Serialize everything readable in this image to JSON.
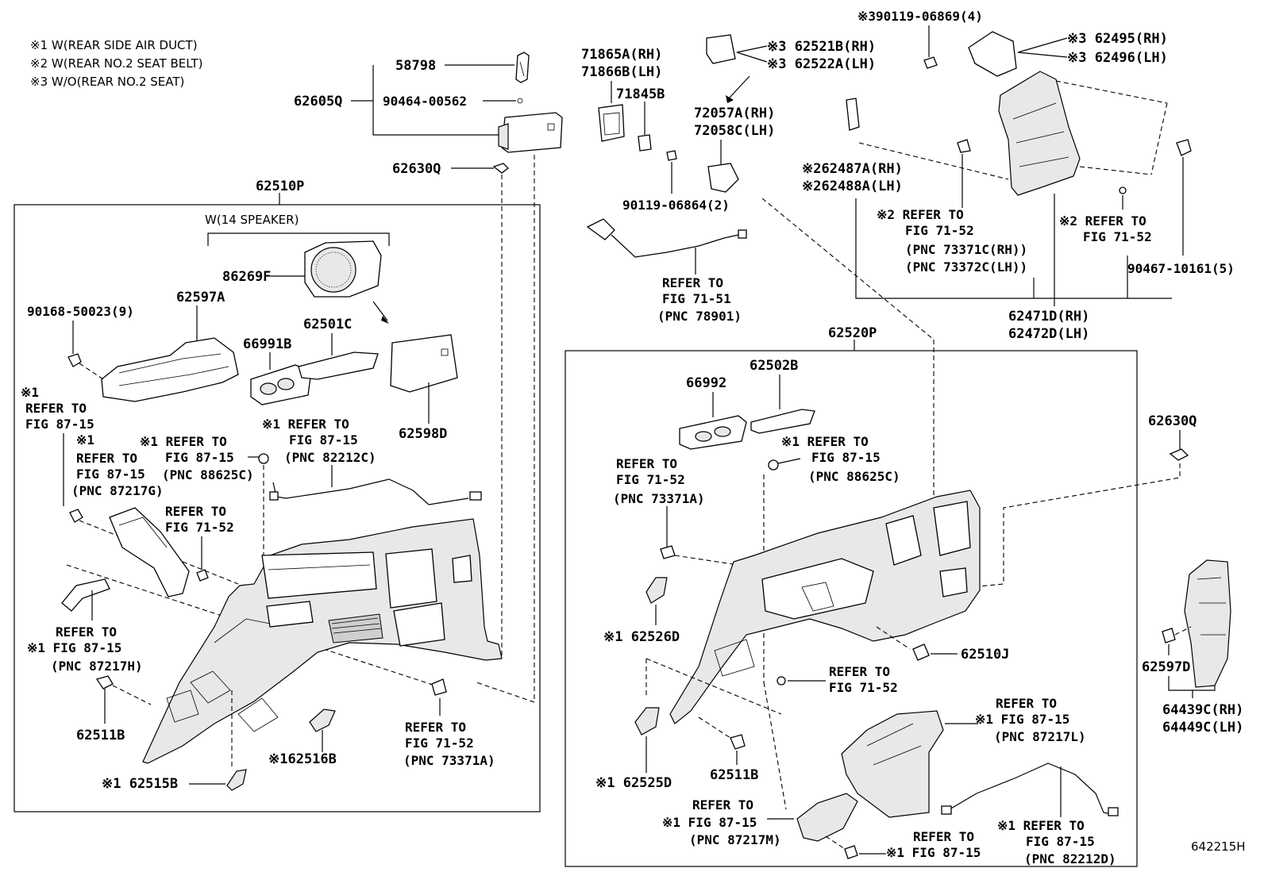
{
  "notes": [
    "※1 W(REAR SIDE AIR DUCT)",
    "※2 W(REAR NO.2 SEAT BELT)",
    "※3 W/O(REAR NO.2 SEAT)"
  ],
  "figure_id": "642215H",
  "left_group": {
    "assembly": "62510P",
    "speaker_caption": "W(14 SPEAKER)"
  },
  "right_group": {
    "assembly": "62520P"
  },
  "labels": {
    "p58798": "58798",
    "p62605Q": "62605Q",
    "p90464": "90464-00562",
    "p62630Q_top": "62630Q",
    "p86269F": "86269F",
    "p62597A": "62597A",
    "p90168": "90168-50023(9)",
    "p66991B": "66991B",
    "p62501C": "62501C",
    "p62598D": "62598D",
    "p62511B_l": "62511B",
    "p62516B": "※162516B",
    "p62515B": "※1 62515B",
    "p71865A": "71865A(RH)",
    "p71866B": "71866B(LH)",
    "p71845B": "71845B",
    "p62521B": "※3 62521B(RH)",
    "p62522A": "※3 62522A(LH)",
    "p72057A": "72057A(RH)",
    "p72058C": "72058C(LH)",
    "p90119_06864": "90119-06864(2)",
    "p90119_06869": "※390119-06869(4)",
    "p62495": "※3 62495(RH)",
    "p62496": "※3 62496(LH)",
    "p62487A": "※262487A(RH)",
    "p62488A": "※262488A(LH)",
    "p90467": "90467-10161(5)",
    "p62471D": "62471D(RH)",
    "p62472D": "62472D(LH)",
    "p66992": "66992",
    "p62502B": "62502B",
    "p62630Q_r": "62630Q",
    "p62526D": "※1 62526D",
    "p62510J": "62510J",
    "p62525D": "※1 62525D",
    "p62511B_r": "62511B",
    "p62597D": "62597D",
    "p64439C": "64439C(RH)",
    "p64449C": "64449C(LH)"
  },
  "refs": {
    "r_87_15_left_a": [
      "※1",
      "REFER TO",
      "FIG 87-15"
    ],
    "r_87217G": [
      "※1",
      "REFER TO",
      "FIG 87-15",
      "(PNC 87217G)"
    ],
    "r_88625C_l": [
      "※1 REFER TO",
      "FIG 87-15",
      "(PNC 88625C)"
    ],
    "r_82212C": [
      "※1 REFER TO",
      "FIG 87-15",
      "(PNC 82212C)"
    ],
    "r_71_52_l": [
      "REFER TO",
      "FIG 71-52"
    ],
    "r_87217H": [
      "REFER TO",
      "※1 FIG 87-15",
      "(PNC 87217H)"
    ],
    "r_73371A_l": [
      "REFER TO",
      "FIG 71-52",
      "(PNC 73371A)"
    ],
    "r_78901": [
      "REFER TO",
      "FIG 71-51",
      "(PNC 78901)"
    ],
    "r_73371C": [
      "※2 REFER TO",
      "FIG 71-52",
      "(PNC 73371C(RH))",
      "(PNC 73372C(LH))"
    ],
    "r_71_52_top_r": [
      "※2 REFER TO",
      "FIG 71-52"
    ],
    "r_73371A_r": [
      "REFER TO",
      "FIG 71-52",
      "(PNC 73371A)"
    ],
    "r_88625C_r": [
      "※1 REFER TO",
      "FIG 87-15",
      "(PNC 88625C)"
    ],
    "r_71_52_mid_r": [
      "REFER TO",
      "FIG 71-52"
    ],
    "r_87217L": [
      "REFER TO",
      "※1 FIG 87-15",
      "(PNC 87217L)"
    ],
    "r_87217M": [
      "REFER TO",
      "※1 FIG 87-15",
      "(PNC 87217M)"
    ],
    "r_87_15_bottom": [
      "REFER TO",
      "※1 FIG 87-15"
    ],
    "r_82212D": [
      "※1 REFER TO",
      "FIG 87-15",
      "(PNC 82212D)"
    ]
  }
}
